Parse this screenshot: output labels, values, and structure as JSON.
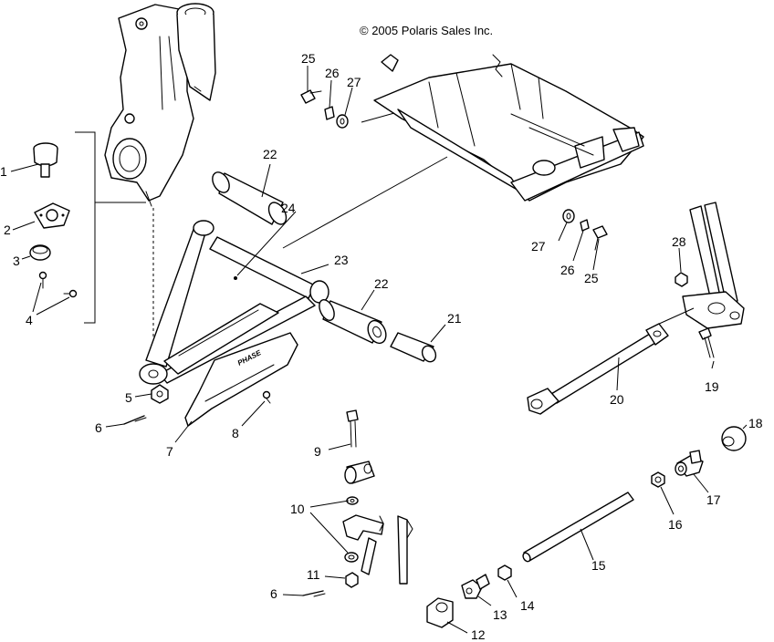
{
  "copyright": "© 2005 Polaris Sales Inc.",
  "brand_text": "PHASE",
  "callouts": {
    "c1": "1",
    "c2": "2",
    "c3": "3",
    "c4": "4",
    "c5": "5",
    "c6a": "6",
    "c6b": "6",
    "c7": "7",
    "c8": "8",
    "c9": "9",
    "c10": "10",
    "c11": "11",
    "c12": "12",
    "c13": "13",
    "c14": "14",
    "c15": "15",
    "c16": "16",
    "c17": "17",
    "c18": "18",
    "c19": "19",
    "c20": "20",
    "c21": "21",
    "c22a": "22",
    "c22b": "22",
    "c23": "23",
    "c24": "24",
    "c25a": "25",
    "c25b": "25",
    "c26a": "26",
    "c26b": "26",
    "c27a": "27",
    "c27b": "27",
    "c28": "28"
  }
}
